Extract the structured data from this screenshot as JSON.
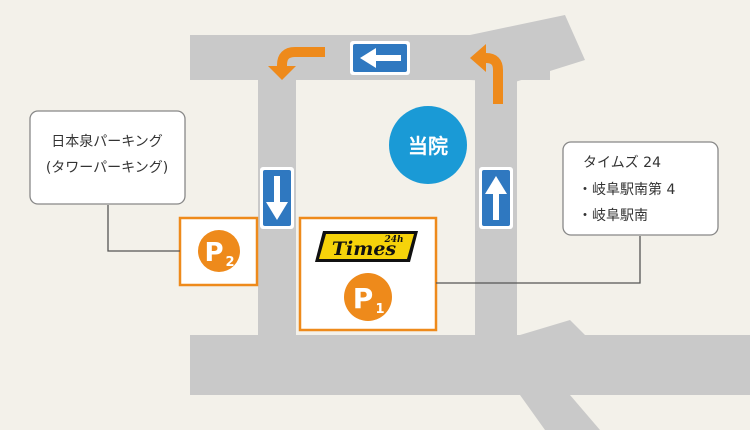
{
  "clinic": {
    "label": "当院",
    "color": "#1a9ad6"
  },
  "parking_p2": {
    "letter": "P",
    "sub": "2",
    "callout_line1": "日本泉パーキング",
    "callout_line2": "(タワーパーキング)"
  },
  "parking_p1": {
    "letter": "P",
    "sub": "1",
    "brand_badge": "24h",
    "brand_name": "Times",
    "callout_line1": "タイムズ 24",
    "callout_line2": "・岐阜駅南第 4",
    "callout_line3": "・岐阜駅南"
  },
  "colors": {
    "road": "#c9c9c9",
    "background": "#f3f1ea",
    "orange": "#ee8a1b",
    "sign_blue": "#2f78c0"
  },
  "signs": {
    "top_sign_direction": "left",
    "left_sign_direction": "down",
    "right_sign_direction": "up"
  },
  "turn_arrows": {
    "top_left": "turn-left-down",
    "top_right": "turn-up-left"
  }
}
